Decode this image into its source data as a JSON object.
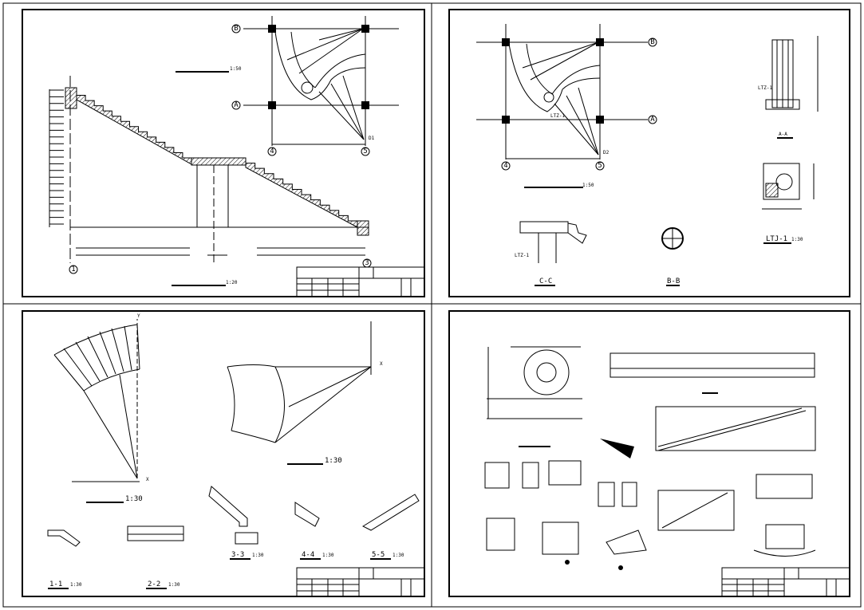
{
  "sheet": {
    "panel_tl": {
      "grid": {
        "B": "B",
        "A": "A",
        "g4": "4",
        "g5": "5",
        "g1": "1",
        "g3": "3"
      },
      "plan_scale": "1:50",
      "section_scale": "1:20",
      "point_label": "D1"
    },
    "panel_tr": {
      "grid": {
        "B": "B",
        "A": "A",
        "g4": "4",
        "g5": "5"
      },
      "plan_scale": "1:50",
      "column_label": "LTZ-1",
      "column_label_2": "LTZ-1",
      "point_label": "D2",
      "sections": {
        "cc": "C-C",
        "bb": "B-B",
        "aa": "A-A",
        "ltj": "LTJ-1",
        "ltj_scale": "1:30"
      }
    },
    "panel_bl": {
      "axis_x": "X",
      "axis_y": "Y",
      "plan_scale": "1:30",
      "plan_scale_2": "1:30",
      "sections": [
        {
          "name": "1-1",
          "scale": "1:30"
        },
        {
          "name": "2-2",
          "scale": "1:30"
        },
        {
          "name": "3-3",
          "scale": "1:30"
        },
        {
          "name": "4-4",
          "scale": "1:30"
        },
        {
          "name": "5-5",
          "scale": "1:30"
        }
      ]
    }
  }
}
